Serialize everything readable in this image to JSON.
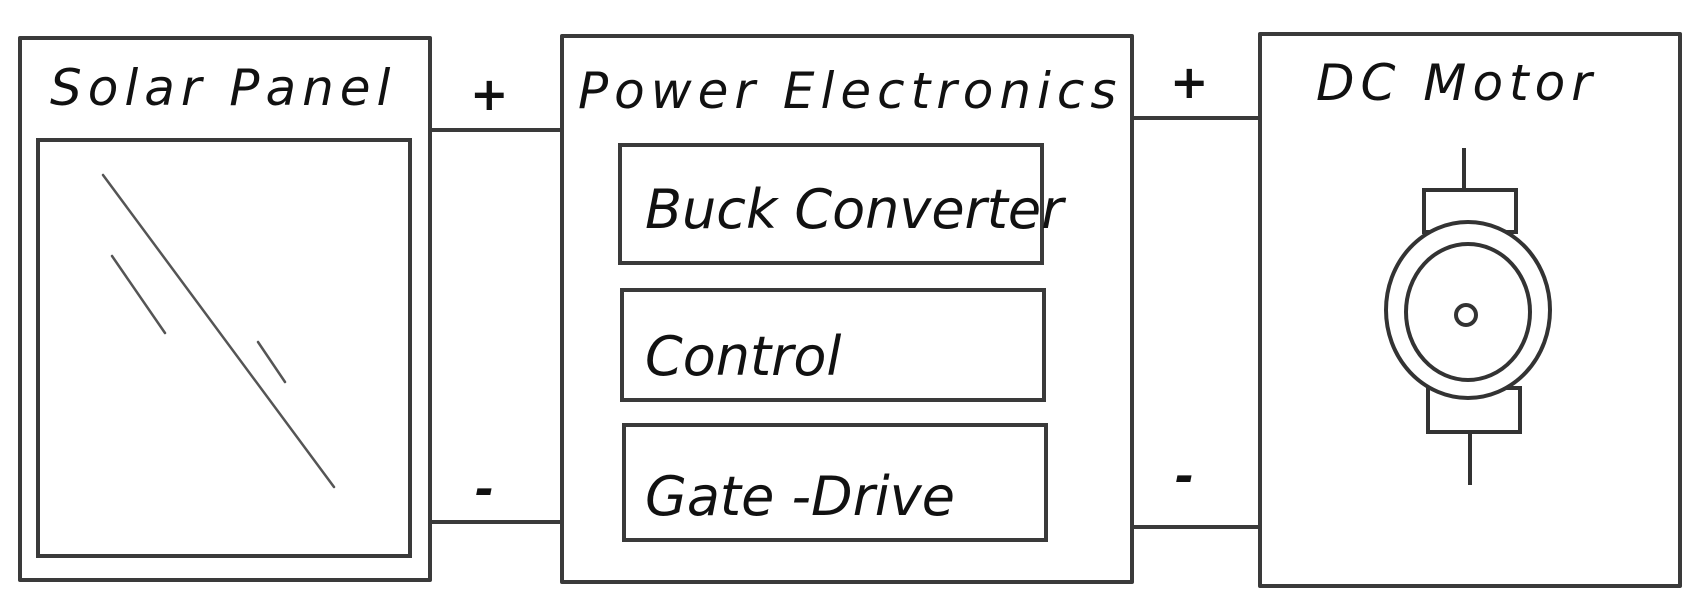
{
  "blocks": {
    "solar_panel": {
      "label": "Solar Panel"
    },
    "power_electronics": {
      "label": "Power Electronics",
      "sub_blocks": [
        "Buck Converter",
        "Control",
        "Gate -Drive"
      ]
    },
    "dc_motor": {
      "label": "DC Motor"
    }
  },
  "terminals": {
    "left_plus": "+",
    "left_minus": "-",
    "right_plus": "+",
    "right_minus": "-"
  }
}
